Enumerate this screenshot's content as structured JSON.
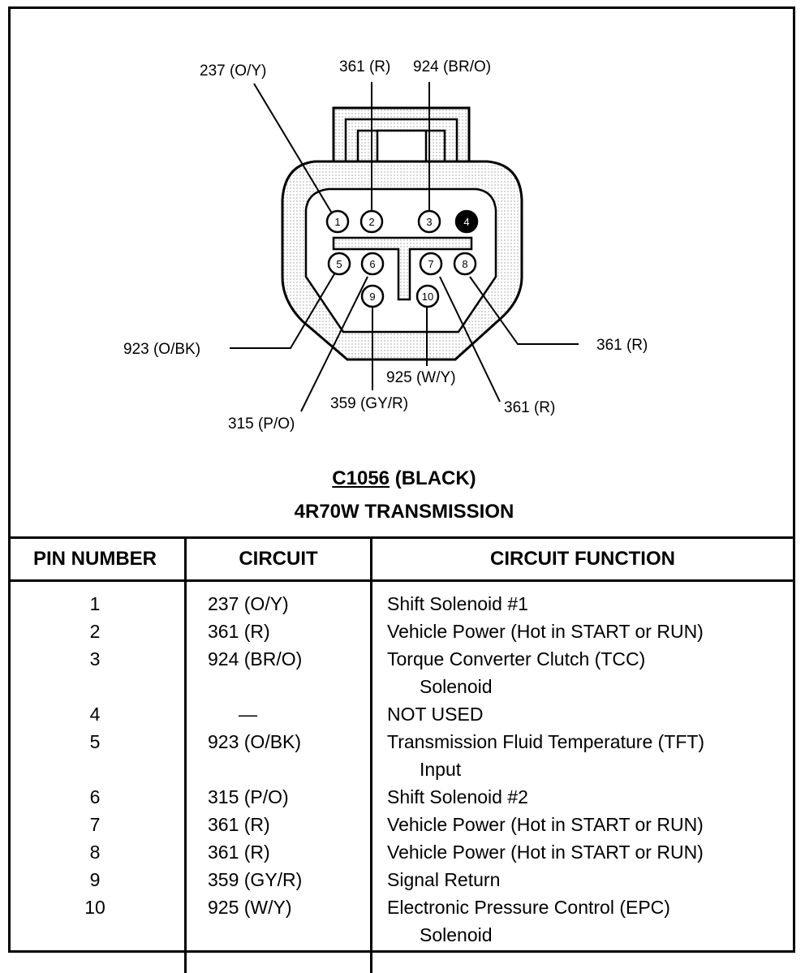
{
  "connector": {
    "id": "C1056",
    "color": "(BLACK)",
    "title": "4R70W TRANSMISSION",
    "pins": [
      {
        "num": "1",
        "filled": false
      },
      {
        "num": "2",
        "filled": false
      },
      {
        "num": "3",
        "filled": false
      },
      {
        "num": "4",
        "filled": true
      },
      {
        "num": "5",
        "filled": false
      },
      {
        "num": "6",
        "filled": false
      },
      {
        "num": "7",
        "filled": false
      },
      {
        "num": "8",
        "filled": false
      },
      {
        "num": "9",
        "filled": false
      },
      {
        "num": "10",
        "filled": false
      }
    ],
    "labels": {
      "pin1": "237 (O/Y)",
      "pin2": "361 (R)",
      "pin3": "924 (BR/O)",
      "pin5": "923 (O/BK)",
      "pin6": "315 (P/O)",
      "pin7": "361 (R)",
      "pin8": "361 (R)",
      "pin9": "359 (GY/R)",
      "pin10": "925 (W/Y)"
    }
  },
  "table": {
    "headers": [
      "PIN NUMBER",
      "CIRCUIT",
      "CIRCUIT FUNCTION"
    ],
    "rows": [
      {
        "pin": "1",
        "circuit": "237 (O/Y)",
        "function": "Shift Solenoid #1",
        "function2": ""
      },
      {
        "pin": "2",
        "circuit": "361 (R)",
        "function": "Vehicle Power (Hot in START or RUN)",
        "function2": ""
      },
      {
        "pin": "3",
        "circuit": "924 (BR/O)",
        "function": "Torque Converter Clutch (TCC)",
        "function2": "Solenoid"
      },
      {
        "pin": "4",
        "circuit": "—",
        "function": "NOT USED",
        "function2": ""
      },
      {
        "pin": "5",
        "circuit": "923 (O/BK)",
        "function": "Transmission  Fluid Temperature (TFT)",
        "function2": "Input"
      },
      {
        "pin": "6",
        "circuit": "315 (P/O)",
        "function": "Shift Solenoid #2",
        "function2": ""
      },
      {
        "pin": "7",
        "circuit": "361 (R)",
        "function": "Vehicle Power (Hot in START or RUN)",
        "function2": ""
      },
      {
        "pin": "8",
        "circuit": "361 (R)",
        "function": "Vehicle Power (Hot in START or RUN)",
        "function2": ""
      },
      {
        "pin": "9",
        "circuit": "359 (GY/R)",
        "function": "Signal Return",
        "function2": ""
      },
      {
        "pin": "10",
        "circuit": "925 (W/Y)",
        "function": "Electronic Pressure Control (EPC)",
        "function2": "Solenoid"
      }
    ]
  }
}
